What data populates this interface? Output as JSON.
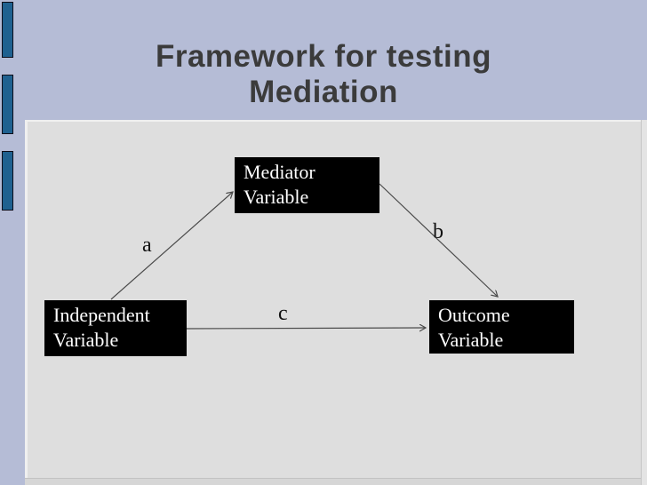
{
  "slide": {
    "title": {
      "line1": "Framework for testing",
      "line2": "Mediation"
    }
  },
  "diagram": {
    "nodes": {
      "mediator": {
        "line1": "Mediator",
        "line2": "Variable"
      },
      "independent": {
        "line1": "Independent",
        "line2": "Variable"
      },
      "outcome": {
        "line1": "Outcome",
        "line2": "Variable"
      }
    },
    "edge_labels": {
      "a": "a",
      "b": "b",
      "c": "c"
    }
  },
  "colors": {
    "background": "#b5bcd6",
    "panel": "#dedede",
    "accent-bar": "#1f6190",
    "accent-bar-border": "#0c0c18",
    "title-text": "#3b3b3b",
    "node-bg": "#000000",
    "node-text": "#ffffff",
    "arrow": "#4a4a4a"
  }
}
